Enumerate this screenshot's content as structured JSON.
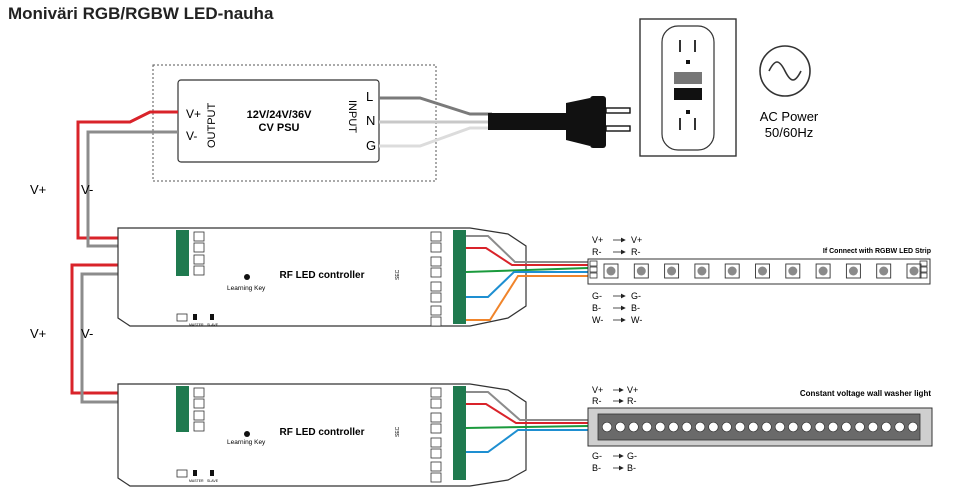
{
  "title": "Moniväri RGB/RGBW LED-nauha",
  "psu": {
    "label_line1": "12V/24V/36V",
    "label_line2": "CV PSU",
    "output_label": "OUTPUT",
    "input_label": "INPUT",
    "v_plus": "V+",
    "v_minus": "V-",
    "l": "L",
    "n": "N",
    "g": "G"
  },
  "ac_power": {
    "line1": "AC Power",
    "line2": "50/60Hz"
  },
  "wire_labels": {
    "v_plus": "V+",
    "v_minus": "V-"
  },
  "controller": {
    "name": "RF LED controller",
    "learning_key": "Learning Key",
    "master": "MASTER",
    "slave": "SLAVE",
    "sec": "SEC"
  },
  "strip1": {
    "title": "If Connect with RGBW LED Strip",
    "top_left": [
      "V+",
      "R-"
    ],
    "top_right": [
      "V+",
      "R-"
    ],
    "bottom_left": [
      "G-",
      "B-",
      "W-"
    ],
    "bottom_right": [
      "G-",
      "B-",
      "W-"
    ]
  },
  "strip2": {
    "title": "Constant voltage wall washer light",
    "top_left": [
      "V+",
      "R-"
    ],
    "top_right": [
      "V+",
      "R-"
    ],
    "bottom_left": [
      "G-",
      "B-"
    ],
    "bottom_right": [
      "G-",
      "B-"
    ]
  },
  "colors": {
    "red": "#d9232a",
    "grey": "#8c8c8c",
    "green": "#1a9a3c",
    "blue": "#1e8fd1",
    "orange": "#f0842a",
    "terminal": "#1f7a4f"
  }
}
